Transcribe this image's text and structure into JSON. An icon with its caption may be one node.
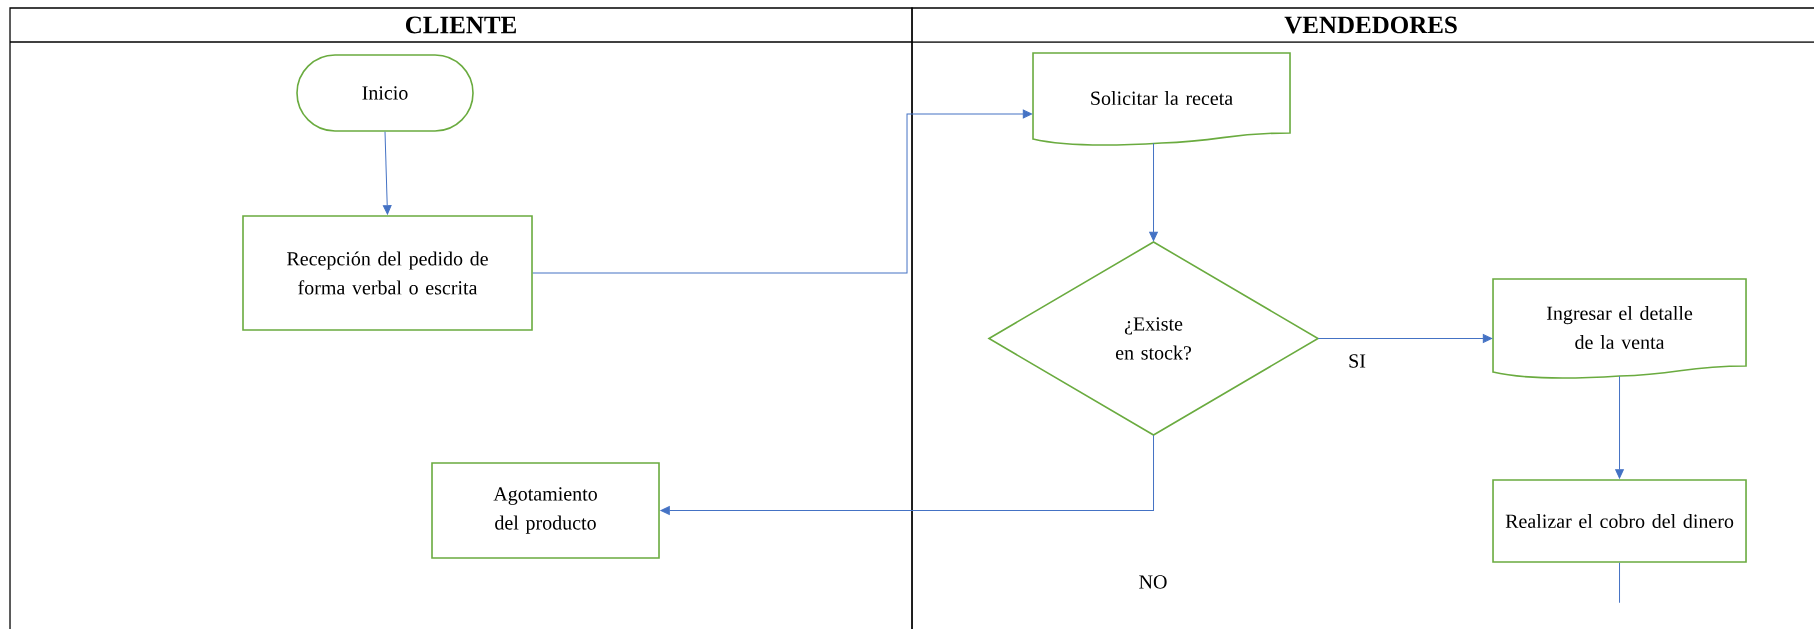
{
  "diagram": {
    "nodes": [
      {
        "text": [
          "CLIENTE"
        ]
      },
      {
        "text": [
          "VENDEDORES"
        ]
      },
      {
        "text": [
          "Inicio"
        ],
        "in": 0
      },
      {
        "text": [
          "Recepción del pedido de forma verbal o escrita"
        ],
        "in": 0
      },
      {
        "text": [
          "Agotamiento del producto"
        ],
        "in": 0
      },
      {
        "text": [
          "Solicitar la receta"
        ],
        "in": 1
      },
      {
        "text": [
          "¿Existe en stock?"
        ],
        "in": 1
      },
      {
        "text": [
          "Ingresar el detalle de la venta"
        ],
        "in": 1
      },
      {
        "text": [
          "Realizar el cobro del dinero"
        ],
        "in": 1
      }
    ],
    "edges": [
      {
        "from": 2,
        "to": 3,
        "arrow": "to"
      },
      {
        "from": 3,
        "to": 5,
        "arrow": "to"
      },
      {
        "from": 5,
        "to": 6,
        "arrow": "to"
      },
      {
        "from": 6,
        "to": 7,
        "arrow": "to",
        "label": "SI"
      },
      {
        "from": 6,
        "to": 4,
        "arrow": "to",
        "label": "NO"
      },
      {
        "from": 7,
        "to": 8,
        "arrow": "to"
      },
      {
        "from": 8,
        "to": null,
        "arrow": "none"
      }
    ]
  }
}
